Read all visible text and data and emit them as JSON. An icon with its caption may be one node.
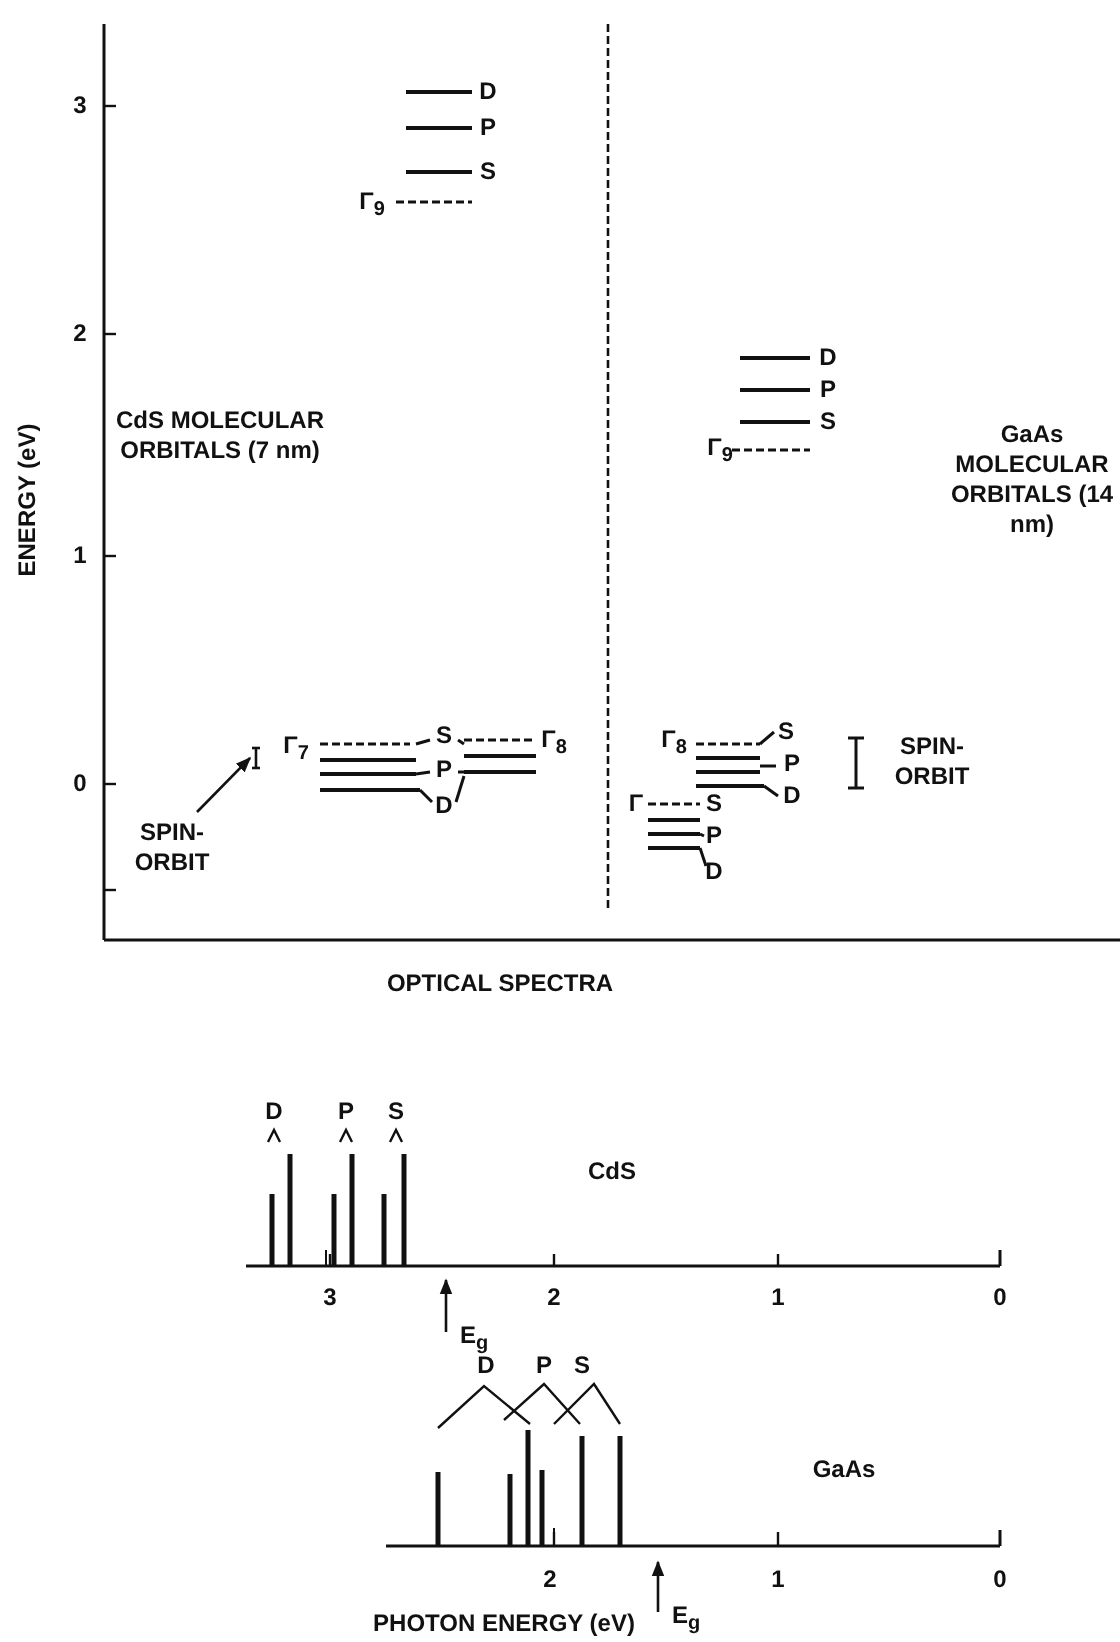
{
  "diagram": {
    "nodes": [
      {
        "text": [
          "SPIN- ORBIT"
        ]
      },
      {
        "text": [],
        "shape": "bar"
      },
      {
        "text": [
          "E$_{g}$"
        ]
      },
      {
        "text": [
          "E$_{g}$"
        ]
      }
    ],
    "edges": [
      {
        "from": 0,
        "to": 1,
        "arrow": "to"
      },
      {
        "from": 2,
        "to": null,
        "arrow": "to"
      },
      {
        "from": 3,
        "to": null,
        "arrow": "to"
      }
    ],
    "labels": [
      "3",
      "D",
      "P",
      "S",
      "Γ$_{9}$",
      "2",
      "D",
      "P",
      "S",
      "Γ$_{9}$",
      "ENERGY (eV)",
      "CdS MOLECULAR ORBITALS (7 nm)",
      "GaAs MOLECULAR ORBITALS (14 nm)",
      "1",
      "0",
      "Γ$_{7}$",
      "S",
      "Γ$_{8}$",
      "Γ$_{8}$",
      "S",
      "P",
      "P",
      "SPIN- ORBIT",
      "D",
      "D",
      "Γ",
      "S",
      "P",
      "D",
      "OPTICAL SPECTRA",
      "D",
      "P",
      "S",
      "CdS",
      "3",
      "2",
      "1",
      "0",
      "D",
      "P",
      "S",
      "GaAs",
      "2",
      "1",
      "0",
      "PHOTON ENERGY (eV)"
    ]
  }
}
